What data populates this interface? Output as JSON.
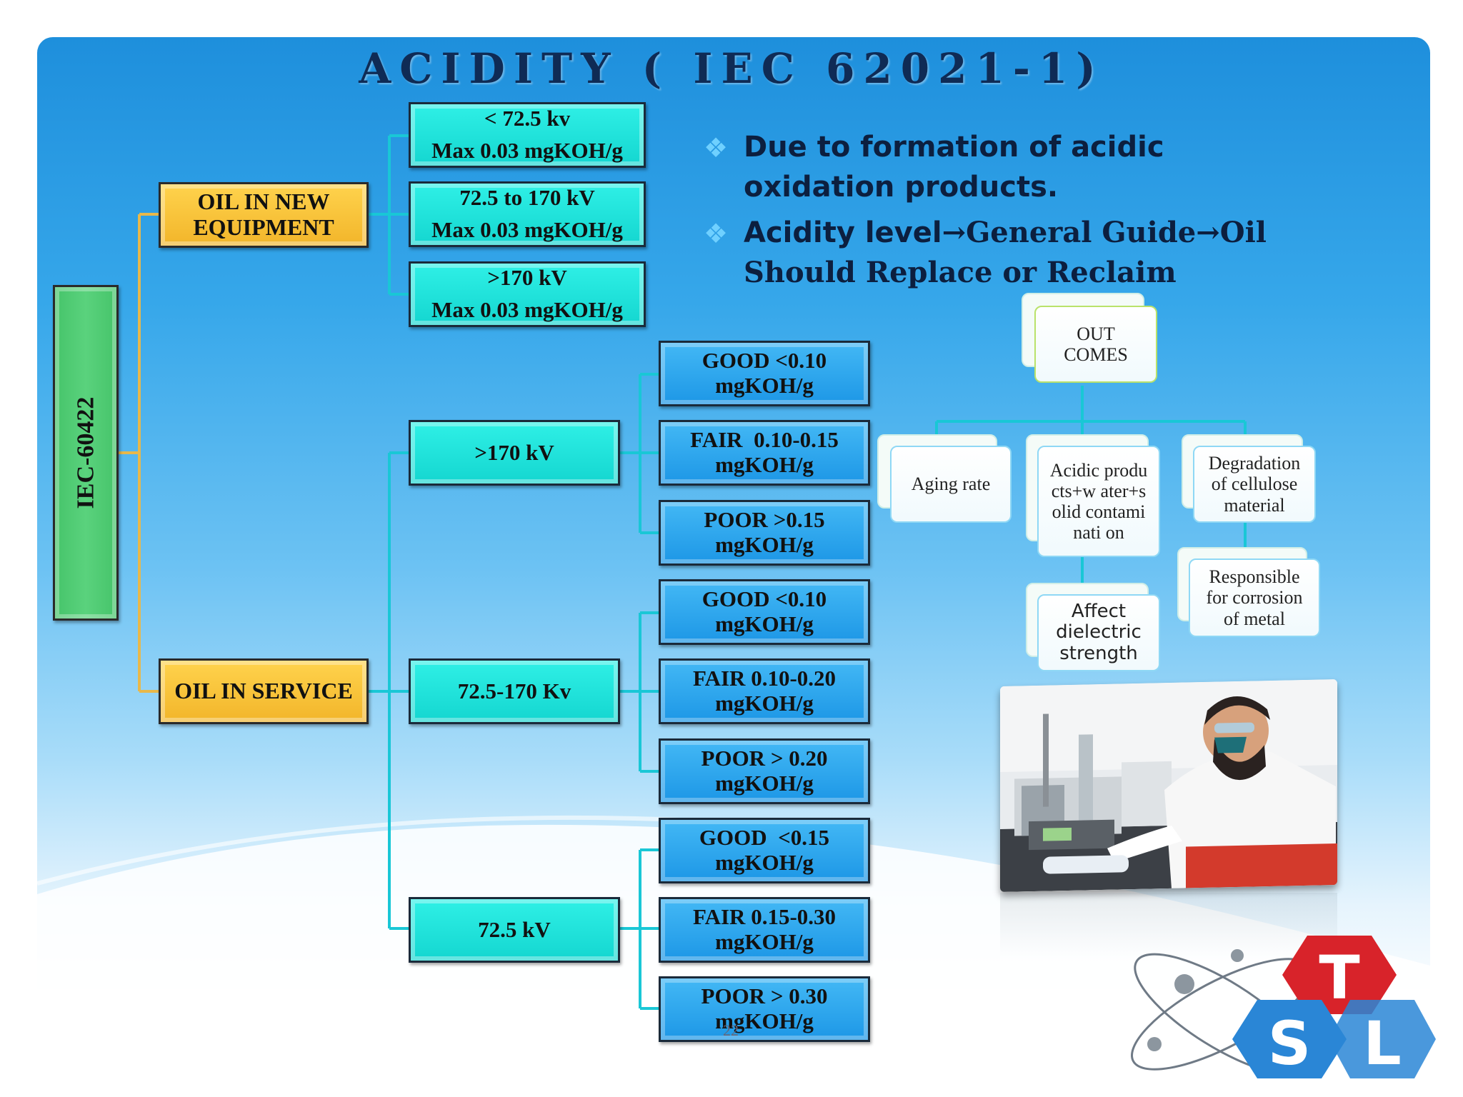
{
  "title": "ACIDITY ( IEC 62021-1)",
  "root_label": "IEC-60422",
  "categories": {
    "new": "OIL IN NEW EQUIPMENT",
    "service": "OIL IN SERVICE"
  },
  "new_equipment": [
    {
      "voltage": "< 72.5 kv",
      "limit": "Max 0.03 mgKOH/g"
    },
    {
      "voltage": "72.5 to 170 kV",
      "limit": "Max 0.03 mgKOH/g"
    },
    {
      "voltage": ">170 kV",
      "limit": "Max 0.03 mgKOH/g"
    }
  ],
  "in_service": [
    {
      "voltage": ">170 kV",
      "grades": [
        {
          "top": "GOOD <0.10",
          "bottom": "mgKOH/g"
        },
        {
          "top": "FAIR  0.10-0.15",
          "bottom": "mgKOH/g"
        },
        {
          "top": "POOR >0.15",
          "bottom": "mgKOH/g"
        }
      ]
    },
    {
      "voltage": "72.5-170 Kv",
      "grades": [
        {
          "top": "GOOD <0.10",
          "bottom": "mgKOH/g"
        },
        {
          "top": "FAIR 0.10-0.20",
          "bottom": "mgKOH/g"
        },
        {
          "top": "POOR > 0.20",
          "bottom": "mgKOH/g"
        }
      ]
    },
    {
      "voltage": "72.5 kV",
      "grades": [
        {
          "top": "GOOD  <0.15",
          "bottom": "mgKOH/g"
        },
        {
          "top": "FAIR 0.15-0.30",
          "bottom": "mgKOH/g"
        },
        {
          "top": "POOR > 0.30",
          "bottom": "mgKOH/g"
        }
      ]
    }
  ],
  "bullets": {
    "b1": "Due to formation of acidic oxidation products.",
    "b2_part1": "Acidity level",
    "b2_part2": "→General Guide→Oil Should Replace or Reclaim"
  },
  "outcomes": {
    "root": "OUT COMES",
    "aging": "Aging rate",
    "acidic": "Acidic products+w ater+solid contaminati on",
    "affect": "Affect dielectric strength",
    "degradation": "Degradation of cellulose material",
    "responsible": "Responsible for corrosion of metal"
  },
  "page_number": "22",
  "logo_letters": {
    "t": "T",
    "s": "S",
    "l": "L"
  },
  "colors": {
    "cyan_box": "#14d6d0",
    "blue_box": "#1d97e6",
    "yellow_box": "#f2b52a",
    "green_box": "#46c46a",
    "connector_cyan": "#19c7d6",
    "connector_yellow": "#e8b84a",
    "logo_red": "#d8232a",
    "logo_blue": "#2a86d6"
  }
}
